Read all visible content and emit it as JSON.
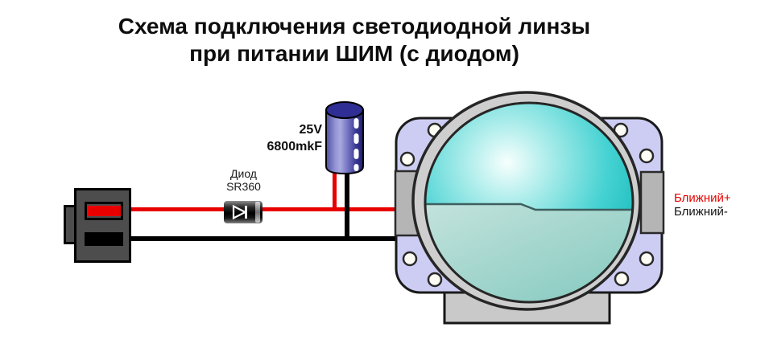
{
  "title": {
    "line1": "Схема подключения светодиодной линзы",
    "line2": "при питании ШИМ (с диодом)"
  },
  "diode": {
    "label": "Диод",
    "model": "SR360"
  },
  "capacitor": {
    "voltage": "25V",
    "capacitance": "6800mkF"
  },
  "lens_labels": {
    "positive": "Ближний+",
    "negative": "Ближний-"
  },
  "colors": {
    "wire_positive": "#e80000",
    "wire_negative": "#000000",
    "connector_body": "#4d4d4d",
    "capacitor_body": "#2e2e94",
    "lens_glass_teal": "#0cb4b6",
    "mount_plate_lavender": "#cdcdf4",
    "bezel_gray": "#cecece",
    "positive_label_red": "#e60000"
  }
}
